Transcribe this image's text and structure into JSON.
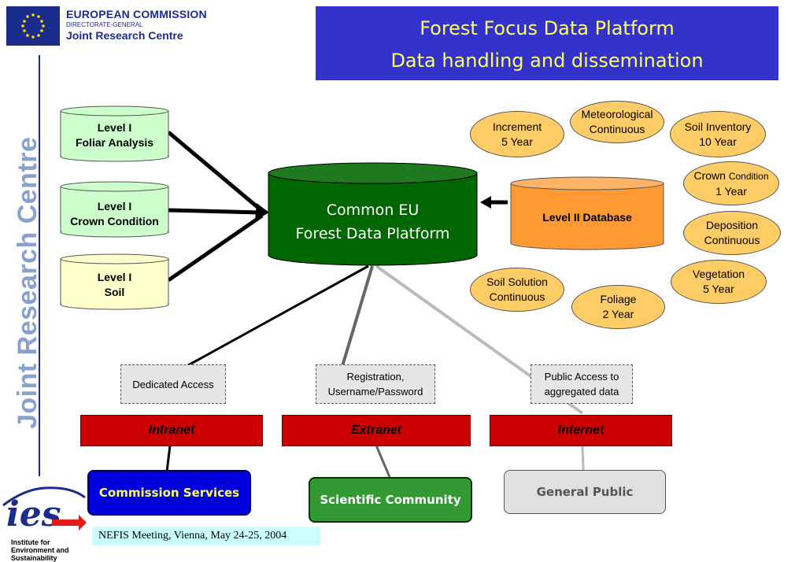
{
  "header": {
    "org_line1": "EUROPEAN COMMISSION",
    "org_line2": "DIRECTORATE-GENERAL",
    "org_line3": "Joint Research Centre",
    "title_line1": "Forest Focus Data Platform",
    "title_line2": "Data handling and dissemination"
  },
  "side_label": "Joint Research Centre",
  "level1": {
    "foliar": [
      "Level I",
      "Foliar Analysis"
    ],
    "crown": [
      "Level I",
      "Crown Condition"
    ],
    "soil": [
      "Level I",
      "Soil"
    ]
  },
  "platform": [
    "Common EU",
    "Forest Data Platform"
  ],
  "level2": "Level II Database",
  "surveys": {
    "increment": "Increment\n5 Year",
    "meteorological": "Meteorological\nContinuous",
    "soil_inventory": "Soil Inventory\n10 Year",
    "crown_condition_a": "Crown ",
    "crown_condition_b": "Condition",
    "crown_condition_c": "1 Year",
    "deposition": "Deposition\nContinuous",
    "vegetation": "Vegetation\n5 Year",
    "soil_solution": "Soil Solution\nContinuous",
    "foliage": "Foliage\n2 Year"
  },
  "access": {
    "dedicated": "Dedicated Access",
    "registration": "Registration,\nUsername/Password",
    "public": "Public Access to\naggregated data"
  },
  "networks": {
    "intranet": "Intranet",
    "extranet": "Extranet",
    "internet": "Internet"
  },
  "audiences": {
    "commission": "Commission Services",
    "scientific": "Scientific Community",
    "public": "General Public"
  },
  "footer": "NEFIS Meeting, Vienna, May 24-25, 2004",
  "ies_logo": {
    "mark": "ies",
    "caption": [
      "Institute for",
      "Environment and",
      "Sustainability"
    ]
  },
  "colors": {
    "title_bg": "#3333cc",
    "title_text": "#ffff66",
    "platform": "#006600",
    "level2": "#ff9933",
    "ellipse": "#ffcc66",
    "network": "#cc0000"
  }
}
